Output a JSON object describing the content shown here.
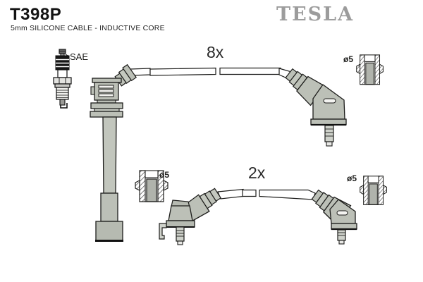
{
  "header": {
    "part_number": "T398P",
    "subtitle": "5mm SILICONE CABLE - INDUCTIVE CORE",
    "brand_logo": "TESLA"
  },
  "annotations": {
    "sae_label": "SAE",
    "top_set_quantity": "8x",
    "bottom_set_quantity": "2x",
    "connector_diameter_top_right": "ø5",
    "connector_diameter_middle": "ø5",
    "connector_diameter_bottom_right": "ø5"
  },
  "colors": {
    "background": "#ffffff",
    "outline": "#1d1d1b",
    "boot_gray": "#bcc0b7",
    "terminal_gray": "#cfd2cb",
    "logo_gray": "#9c9c9c"
  }
}
